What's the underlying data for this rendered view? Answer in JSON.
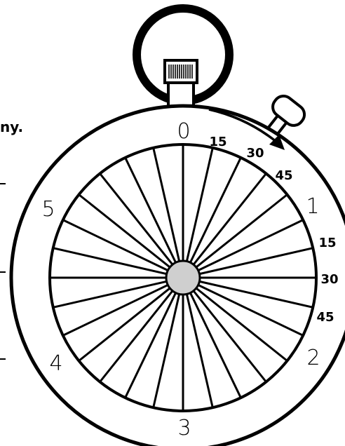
{
  "edge_text": "ny.",
  "dial": {
    "major_labels": [
      "0",
      "1",
      "2",
      "3",
      "4",
      "5"
    ],
    "minor_labels": [
      "15",
      "30",
      "45"
    ],
    "spoke_count": 28
  },
  "colors": {
    "stroke": "#000000",
    "center_hub": "#cfcfcf",
    "background": "#ffffff"
  },
  "icons": [
    "stopwatch-ring-icon",
    "crown-icon",
    "pusher-button-icon",
    "direction-arrow-icon"
  ]
}
